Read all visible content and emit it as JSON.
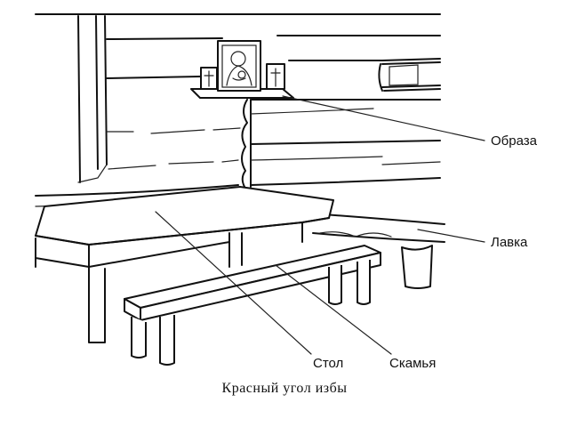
{
  "labels": {
    "icons": "Образа",
    "bench_fixed": "Лавка",
    "table": "Стол",
    "bench_movable": "Скамья"
  },
  "caption": "Красный угол избы"
}
